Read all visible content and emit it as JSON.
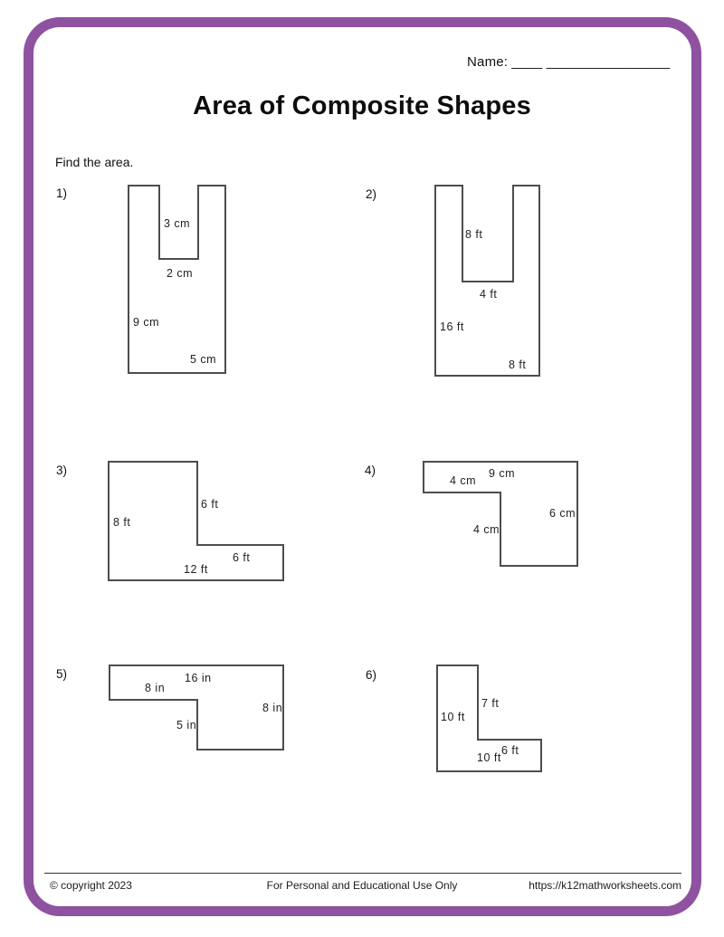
{
  "page": {
    "name_label": "Name:",
    "name_line": "____ ________________",
    "title": "Area of Composite Shapes",
    "instruction": "Find the area."
  },
  "colors": {
    "border": "#8e52a1",
    "shape_stroke": "#4d4d4d"
  },
  "problems": [
    {
      "number": "1)",
      "unit": "cm",
      "labels": [
        "3 cm",
        "2 cm",
        "9 cm",
        "5 cm"
      ]
    },
    {
      "number": "2)",
      "unit": "ft",
      "labels": [
        "8 ft",
        "4 ft",
        "16 ft",
        "8 ft"
      ]
    },
    {
      "number": "3)",
      "unit": "ft",
      "labels": [
        "6 ft",
        "8 ft",
        "6 ft",
        "12 ft"
      ]
    },
    {
      "number": "4)",
      "unit": "cm",
      "labels": [
        "4 cm",
        "9 cm",
        "6 cm",
        "4 cm"
      ]
    },
    {
      "number": "5)",
      "unit": "in",
      "labels": [
        "16 in",
        "8 in",
        "8 in",
        "5 in"
      ]
    },
    {
      "number": "6)",
      "unit": "ft",
      "labels": [
        "7 ft",
        "10 ft",
        "6 ft",
        "10 ft"
      ]
    }
  ],
  "footer": {
    "copyright": "© copyright 2023",
    "usage": "For Personal and Educational Use Only",
    "url": "https://k12mathworksheets.com"
  }
}
